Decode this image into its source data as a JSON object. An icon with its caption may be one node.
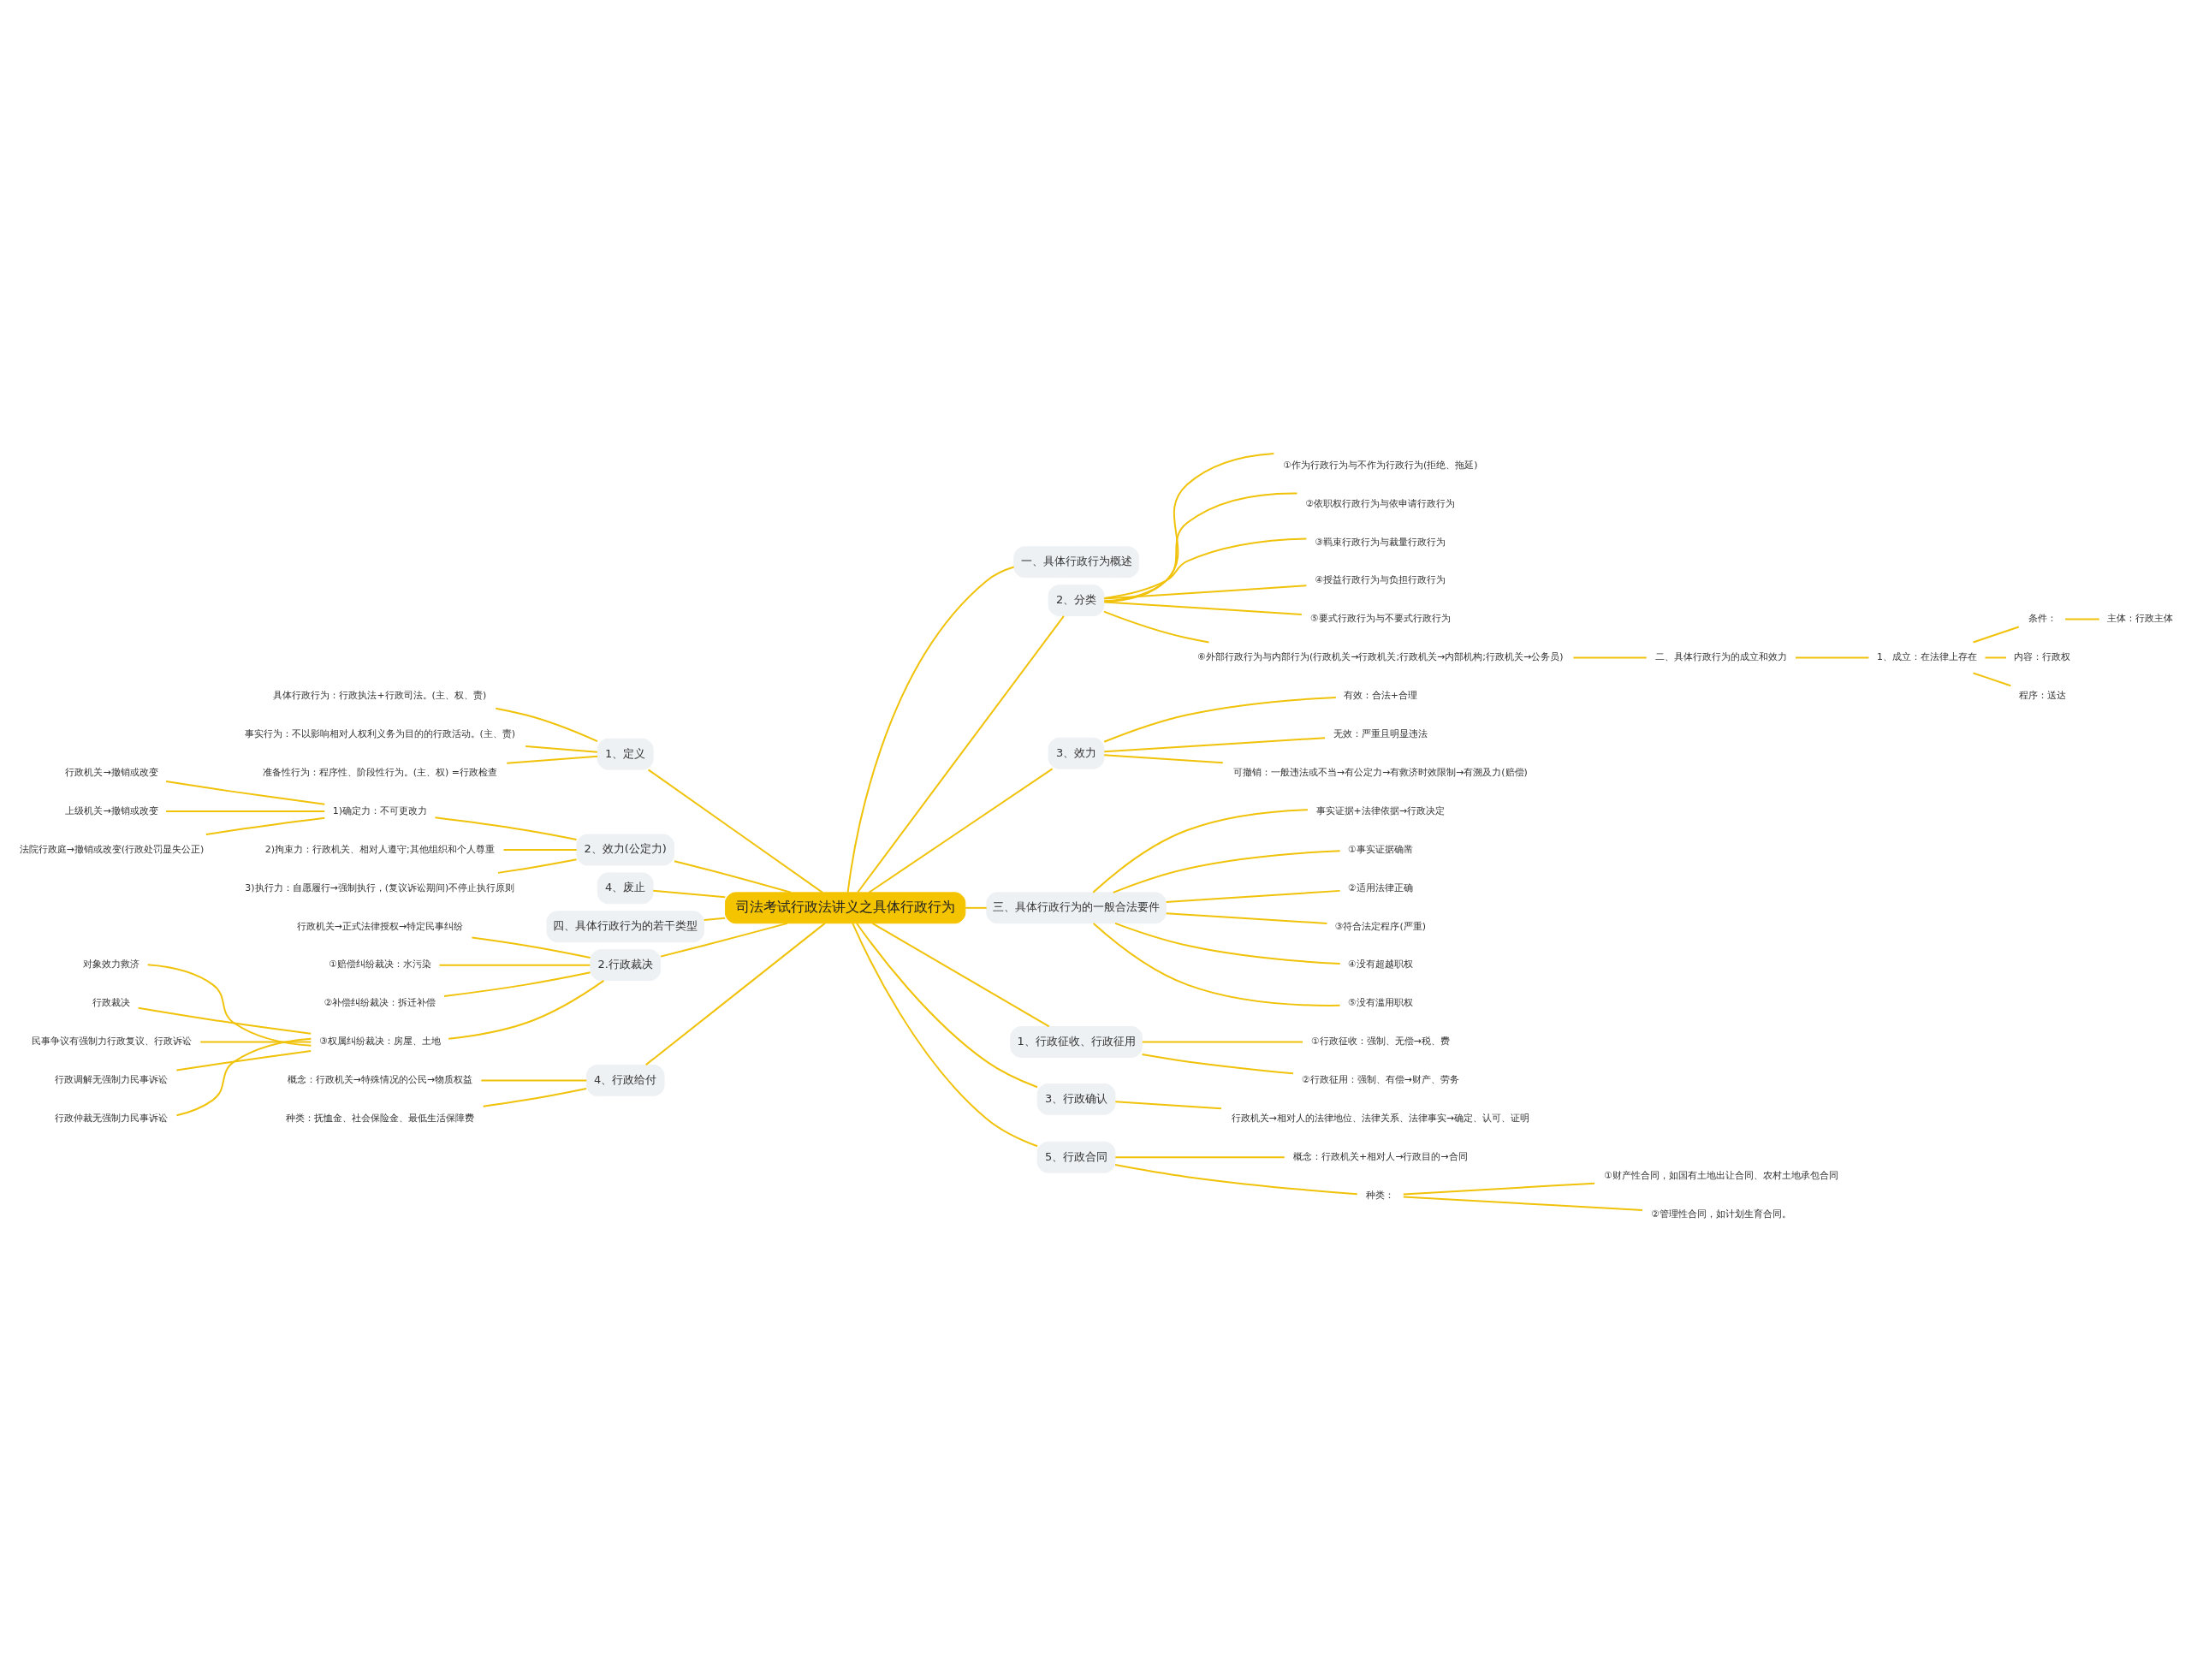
{
  "diagram": {
    "nodes": [
      {
        "text": [
          "司法考试行政法讲义之具体行政行为"
        ]
      },
      {
        "text": [
          "1、定义"
        ]
      },
      {
        "text": [
          "具体行政行为：行政执法+行政司法。(主、权、责)"
        ]
      },
      {
        "text": [
          "事实行为：不以影响相对人权利义务为目的的行政活动。(主、责)"
        ]
      },
      {
        "text": [
          "准备性行为：程序性、阶段性行为。(主、权) =行政检查"
        ]
      },
      {
        "text": [
          "2、效力(公定力)"
        ]
      },
      {
        "text": [
          "1)确定力：不可更改力"
        ]
      },
      {
        "text": [
          "行政机关→撤销或改变"
        ]
      },
      {
        "text": [
          "上级机关→撤销或改变"
        ]
      },
      {
        "text": [
          "法院行政庭→撤销或改变(行政处罚显失公正)"
        ]
      },
      {
        "text": [
          "2)拘束力：行政机关、相对人遵守;其他组织和个人尊重"
        ]
      },
      {
        "text": [
          "3)执行力：自愿履行→强制执行，(复议诉讼期间)不停止执行原则"
        ]
      },
      {
        "text": [
          "4、废止"
        ]
      },
      {
        "text": [
          "四、具体行政行为的若干类型"
        ]
      },
      {
        "text": [
          "2.行政裁决"
        ]
      },
      {
        "text": [
          "行政机关→正式法律授权→特定民事纠纷"
        ]
      },
      {
        "text": [
          "①赔偿纠纷裁决：水污染"
        ]
      },
      {
        "text": [
          "②补偿纠纷裁决：拆迁补偿"
        ]
      },
      {
        "text": [
          "③权属纠纷裁决：房屋、土地"
        ]
      },
      {
        "text": [
          "对象效力救济"
        ]
      },
      {
        "text": [
          "行政裁决"
        ]
      },
      {
        "text": [
          "民事争议有强制力行政复议、行政诉讼"
        ]
      },
      {
        "text": [
          "行政调解无强制力民事诉讼"
        ]
      },
      {
        "text": [
          "行政仲裁无强制力民事诉讼"
        ]
      },
      {
        "text": [
          "4、行政给付"
        ]
      },
      {
        "text": [
          "概念：行政机关→特殊情况的公民→物质权益"
        ]
      },
      {
        "text": [
          "种类：抚恤金、社会保险金、最低生活保障费"
        ]
      },
      {
        "text": [
          "一、具体行政行为概述"
        ]
      },
      {
        "text": [
          "2、分类"
        ]
      },
      {
        "text": [
          "①作为行政行为与不作为行政行为(拒绝、拖延)"
        ]
      },
      {
        "text": [
          "②依职权行政行为与依申请行政行为"
        ]
      },
      {
        "text": [
          "③羁束行政行为与裁量行政行为"
        ]
      },
      {
        "text": [
          "④授益行政行为与负担行政行为"
        ]
      },
      {
        "text": [
          "⑤要式行政行为与不要式行政行为"
        ]
      },
      {
        "text": [
          "⑥外部行政行为与内部行为(行政机关→行政机关;行政机关→内部机构;行政机关→公务员)"
        ]
      },
      {
        "text": [
          "二、具体行政行为的成立和效力"
        ]
      },
      {
        "text": [
          "1、成立：在法律上存在"
        ]
      },
      {
        "text": [
          "条件："
        ]
      },
      {
        "text": [
          "主体：行政主体"
        ]
      },
      {
        "text": [
          "内容：行政权"
        ]
      },
      {
        "text": [
          "程序：送达"
        ]
      },
      {
        "text": [
          "3、效力"
        ]
      },
      {
        "text": [
          "有效：合法+合理"
        ]
      },
      {
        "text": [
          "无效：严重且明显违法"
        ]
      },
      {
        "text": [
          "可撤销：一般违法或不当→有公定力→有救济时效限制→有溯及力(赔偿)"
        ]
      },
      {
        "text": [
          "三、具体行政行为的一般合法要件"
        ]
      },
      {
        "text": [
          "事实证据+法律依据→行政决定"
        ]
      },
      {
        "text": [
          "①事实证据确凿"
        ]
      },
      {
        "text": [
          "②适用法律正确"
        ]
      },
      {
        "text": [
          "③符合法定程序(严重)"
        ]
      },
      {
        "text": [
          "④没有超越职权"
        ]
      },
      {
        "text": [
          "⑤没有滥用职权"
        ]
      },
      {
        "text": [
          "1、行政征收、行政征用"
        ]
      },
      {
        "text": [
          "①行政征收：强制、无偿→税、费"
        ]
      },
      {
        "text": [
          "②行政征用：强制、有偿→财产、劳务"
        ]
      },
      {
        "text": [
          "3、行政确认"
        ]
      },
      {
        "text": [
          "行政机关→相对人的法律地位、法律关系、法律事实→确定、认可、证明"
        ]
      },
      {
        "text": [
          "5、行政合同"
        ]
      },
      {
        "text": [
          "概念：行政机关+相对人→行政目的→合同"
        ]
      },
      {
        "text": [
          "种类："
        ]
      },
      {
        "text": [
          "①财产性合同，如国有土地出让合同、农村土地承包合同"
        ]
      },
      {
        "text": [
          "②管理性合同，如计划生育合同。"
        ]
      }
    ],
    "edges": [
      {
        "from": 0,
        "to": 1,
        "arrow": "none"
      },
      {
        "from": 1,
        "to": 2,
        "arrow": "none"
      },
      {
        "from": 1,
        "to": 3,
        "arrow": "none"
      },
      {
        "from": 1,
        "to": 4,
        "arrow": "none"
      },
      {
        "from": 0,
        "to": 5,
        "arrow": "none"
      },
      {
        "from": 5,
        "to": 6,
        "arrow": "none"
      },
      {
        "from": 6,
        "to": 7,
        "arrow": "none"
      },
      {
        "from": 6,
        "to": 8,
        "arrow": "none"
      },
      {
        "from": 6,
        "to": 9,
        "arrow": "none"
      },
      {
        "from": 5,
        "to": 10,
        "arrow": "none"
      },
      {
        "from": 5,
        "to": 11,
        "arrow": "none"
      },
      {
        "from": 0,
        "to": 12,
        "arrow": "none"
      },
      {
        "from": 0,
        "to": 13,
        "arrow": "none"
      },
      {
        "from": 0,
        "to": 14,
        "arrow": "none"
      },
      {
        "from": 14,
        "to": 15,
        "arrow": "none"
      },
      {
        "from": 14,
        "to": 16,
        "arrow": "none"
      },
      {
        "from": 14,
        "to": 17,
        "arrow": "none"
      },
      {
        "from": 14,
        "to": 18,
        "arrow": "none"
      },
      {
        "from": 18,
        "to": 19,
        "arrow": "none"
      },
      {
        "from": 18,
        "to": 20,
        "arrow": "none"
      },
      {
        "from": 18,
        "to": 21,
        "arrow": "none"
      },
      {
        "from": 18,
        "to": 22,
        "arrow": "none"
      },
      {
        "from": 18,
        "to": 23,
        "arrow": "none"
      },
      {
        "from": 0,
        "to": 24,
        "arrow": "none"
      },
      {
        "from": 24,
        "to": 25,
        "arrow": "none"
      },
      {
        "from": 24,
        "to": 26,
        "arrow": "none"
      },
      {
        "from": 0,
        "to": 27,
        "arrow": "none"
      },
      {
        "from": 0,
        "to": 28,
        "arrow": "none"
      },
      {
        "from": 28,
        "to": 29,
        "arrow": "none"
      },
      {
        "from": 28,
        "to": 30,
        "arrow": "none"
      },
      {
        "from": 28,
        "to": 31,
        "arrow": "none"
      },
      {
        "from": 28,
        "to": 32,
        "arrow": "none"
      },
      {
        "from": 28,
        "to": 33,
        "arrow": "none"
      },
      {
        "from": 28,
        "to": 34,
        "arrow": "none"
      },
      {
        "from": 34,
        "to": 35,
        "arrow": "none"
      },
      {
        "from": 35,
        "to": 36,
        "arrow": "none"
      },
      {
        "from": 36,
        "to": 37,
        "arrow": "none"
      },
      {
        "from": 37,
        "to": 38,
        "arrow": "none"
      },
      {
        "from": 36,
        "to": 39,
        "arrow": "none"
      },
      {
        "from": 36,
        "to": 40,
        "arrow": "none"
      },
      {
        "from": 0,
        "to": 41,
        "arrow": "none"
      },
      {
        "from": 41,
        "to": 42,
        "arrow": "none"
      },
      {
        "from": 41,
        "to": 43,
        "arrow": "none"
      },
      {
        "from": 41,
        "to": 44,
        "arrow": "none"
      },
      {
        "from": 0,
        "to": 45,
        "arrow": "none"
      },
      {
        "from": 45,
        "to": 46,
        "arrow": "none"
      },
      {
        "from": 45,
        "to": 47,
        "arrow": "none"
      },
      {
        "from": 45,
        "to": 48,
        "arrow": "none"
      },
      {
        "from": 45,
        "to": 49,
        "arrow": "none"
      },
      {
        "from": 45,
        "to": 50,
        "arrow": "none"
      },
      {
        "from": 45,
        "to": 51,
        "arrow": "none"
      },
      {
        "from": 0,
        "to": 52,
        "arrow": "none"
      },
      {
        "from": 52,
        "to": 53,
        "arrow": "none"
      },
      {
        "from": 52,
        "to": 54,
        "arrow": "none"
      },
      {
        "from": 0,
        "to": 55,
        "arrow": "none"
      },
      {
        "from": 55,
        "to": 56,
        "arrow": "none"
      },
      {
        "from": 0,
        "to": 57,
        "arrow": "none"
      },
      {
        "from": 57,
        "to": 58,
        "arrow": "none"
      },
      {
        "from": 57,
        "to": 59,
        "arrow": "none"
      },
      {
        "from": 59,
        "to": 60,
        "arrow": "none"
      },
      {
        "from": 59,
        "to": 61,
        "arrow": "none"
      }
    ]
  }
}
